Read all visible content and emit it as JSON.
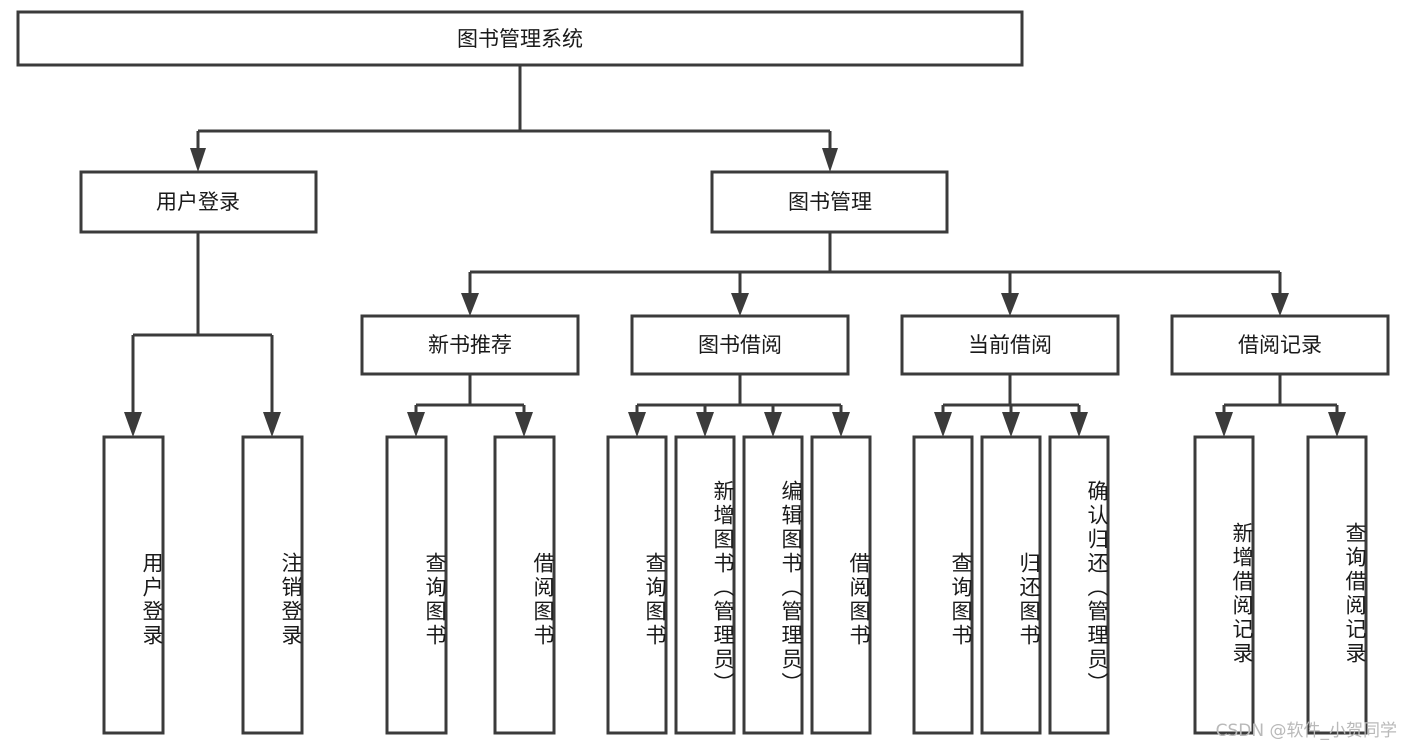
{
  "diagram": {
    "type": "tree-hierarchy",
    "title": "图书管理系统",
    "root": {
      "id": "root",
      "label": "图书管理系统"
    },
    "level1": [
      {
        "id": "user-login",
        "label": "用户登录"
      },
      {
        "id": "book-management",
        "label": "图书管理"
      }
    ],
    "level2": [
      {
        "id": "new-book-recommend",
        "label": "新书推荐",
        "parent": "book-management"
      },
      {
        "id": "book-borrow",
        "label": "图书借阅",
        "parent": "book-management"
      },
      {
        "id": "current-borrow",
        "label": "当前借阅",
        "parent": "book-management"
      },
      {
        "id": "borrow-record",
        "label": "借阅记录",
        "parent": "book-management"
      }
    ],
    "leaves": {
      "user-login": [
        {
          "id": "leaf-user-login",
          "label": "用户登录"
        },
        {
          "id": "leaf-logout-login",
          "label": "注销登录"
        }
      ],
      "new-book-recommend": [
        {
          "id": "leaf-query-book-1",
          "label": "查询图书"
        },
        {
          "id": "leaf-borrow-book-1",
          "label": "借阅图书"
        }
      ],
      "book-borrow": [
        {
          "id": "leaf-query-book-2",
          "label": "查询图书"
        },
        {
          "id": "leaf-add-book",
          "label": "新增图书（管理员）"
        },
        {
          "id": "leaf-edit-book",
          "label": "编辑图书（管理员）"
        },
        {
          "id": "leaf-borrow-book-2",
          "label": "借阅图书"
        }
      ],
      "current-borrow": [
        {
          "id": "leaf-query-book-3",
          "label": "查询图书"
        },
        {
          "id": "leaf-return-book",
          "label": "归还图书"
        },
        {
          "id": "leaf-confirm-return",
          "label": "确认归还（管理员）"
        }
      ],
      "borrow-record": [
        {
          "id": "leaf-add-borrow-record",
          "label": "新增借阅记录"
        },
        {
          "id": "leaf-query-borrow-record",
          "label": "查询借阅记录"
        }
      ]
    },
    "colors": {
      "stroke": "#3b3b3b",
      "fill": "#ffffff",
      "text": "#1a1a1a",
      "watermark": "#b9b9b9"
    }
  },
  "watermark": {
    "text": "CSDN @软件_小贺同学"
  }
}
